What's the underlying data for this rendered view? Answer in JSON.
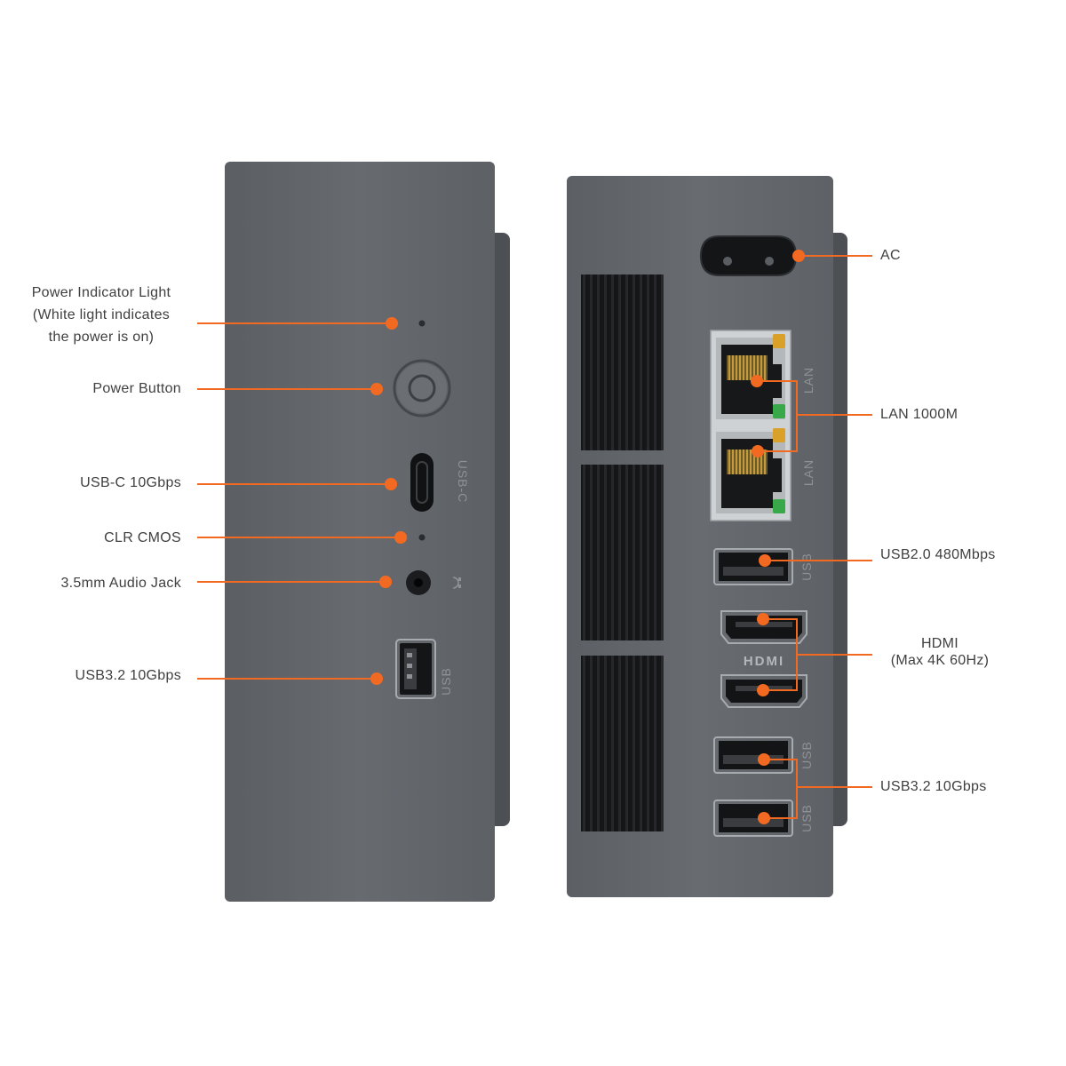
{
  "colors": {
    "accent": "#f26a21",
    "device_body": "#62666b",
    "device_side": "#4f5358",
    "port_black": "#1c1d1f",
    "lan_led_amber": "#d9a02a",
    "lan_led_green": "#39a849"
  },
  "left_panel": {
    "callouts": {
      "power_light": [
        "Power Indicator Light",
        "(White light indicates",
        "the power is on)"
      ],
      "power_button": "Power Button",
      "usb_c": "USB-C 10Gbps",
      "clr_cmos": "CLR CMOS",
      "audio_jack": "3.5mm Audio Jack",
      "usb32": "USB3.2 10Gbps"
    },
    "port_labels": {
      "usb_c": "USB-C",
      "usb": "USB"
    },
    "icons": {
      "power": "power-button-icon",
      "audio": "headphone-icon"
    }
  },
  "right_panel": {
    "callouts": {
      "ac": "AC",
      "lan": "LAN 1000M",
      "usb20": "USB2.0 480Mbps",
      "hdmi": [
        "HDMI",
        "(Max 4K 60Hz)"
      ],
      "usb32": "USB3.2 10Gbps"
    },
    "port_labels": {
      "lan_top": "LAN",
      "lan_bottom": "LAN",
      "usb20": "USB",
      "usb32_top": "USB",
      "usb32_bottom": "USB",
      "hdmi_logo": "HDMI"
    }
  }
}
